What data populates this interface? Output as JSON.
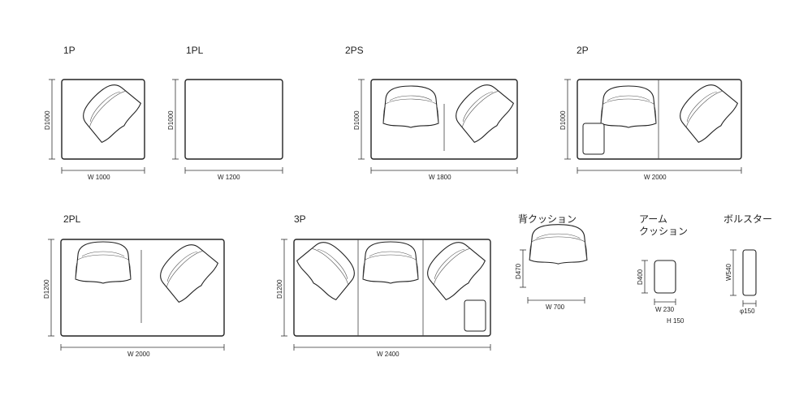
{
  "modules": {
    "m1p": {
      "name": "1P",
      "width": "W 1000",
      "depth": "D1000"
    },
    "m1pl": {
      "name": "1PL",
      "width": "W 1200",
      "depth": "D1000"
    },
    "m2ps": {
      "name": "2PS",
      "width": "W 1800",
      "depth": "D1000"
    },
    "m2p": {
      "name": "2P",
      "width": "W 2000",
      "depth": "D1000"
    },
    "m2pl": {
      "name": "2PL",
      "width": "W 2000",
      "depth": "D1200"
    },
    "m3p": {
      "name": "3P",
      "width": "W 2400",
      "depth": "D1200"
    }
  },
  "accessories": {
    "back_cushion": {
      "name": "背クッション",
      "width": "W 700",
      "depth": "D470"
    },
    "arm_cushion": {
      "name_line1": "アーム",
      "name_line2": "クッション",
      "width": "W 230",
      "depth": "D400",
      "height": "H 150"
    },
    "bolster": {
      "name": "ボルスター",
      "width": "W540",
      "diameter": "φ150"
    }
  }
}
